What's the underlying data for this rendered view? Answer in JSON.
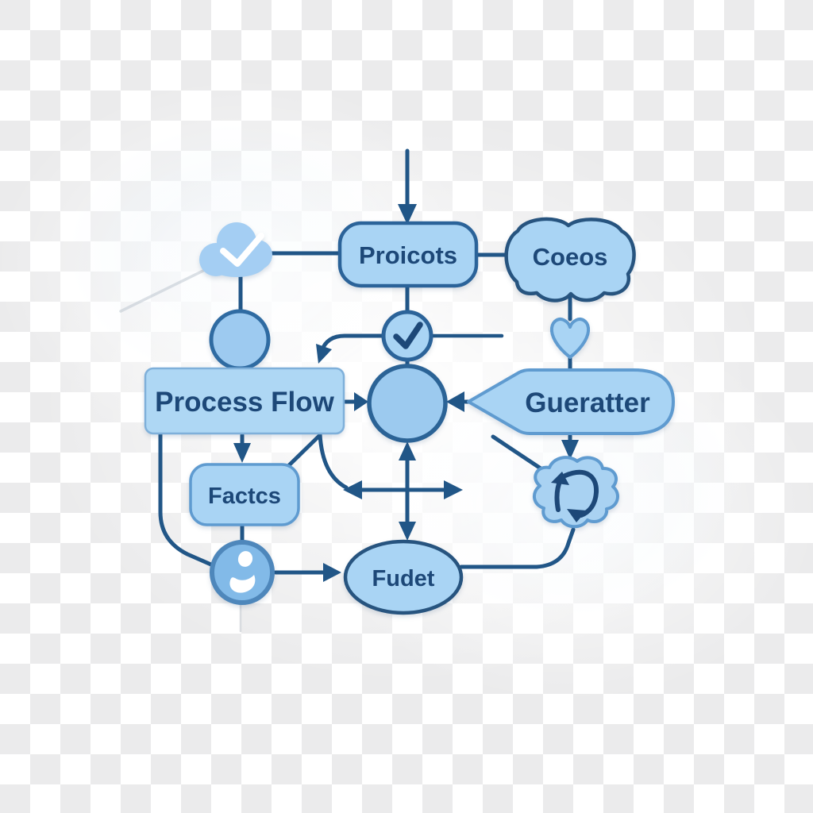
{
  "diagram": {
    "nodes": {
      "proicots": {
        "label": "Proicots",
        "shape": "rounded-rectangle"
      },
      "coeos": {
        "label": "Coeos",
        "shape": "cloud"
      },
      "process_flow": {
        "label": "Process Flow",
        "shape": "rectangle"
      },
      "gueratter": {
        "label": "Gueratter",
        "shape": "left-pointing-pentagon"
      },
      "factcs": {
        "label": "Factcs",
        "shape": "rounded-rectangle"
      },
      "fudet": {
        "label": "Fudet",
        "shape": "ellipse"
      }
    },
    "icon_nodes": [
      "cloud-check-icon",
      "plain-circle-node",
      "check-circle-icon",
      "central-circle-node",
      "heart-icon",
      "person-circle-icon",
      "sync-cloud-icon"
    ],
    "colors": {
      "node_fill": "#a9d4f4",
      "central_circle_fill": "#9ccaef",
      "person_circle_fill": "#82bae8",
      "node_stroke_dark": "#2b6399",
      "node_stroke_medium": "#5f9bd0",
      "connector": "#215687",
      "label_text": "#1d4878",
      "checker_gray": "#ebebec",
      "icon_white": "#ffffff"
    }
  }
}
